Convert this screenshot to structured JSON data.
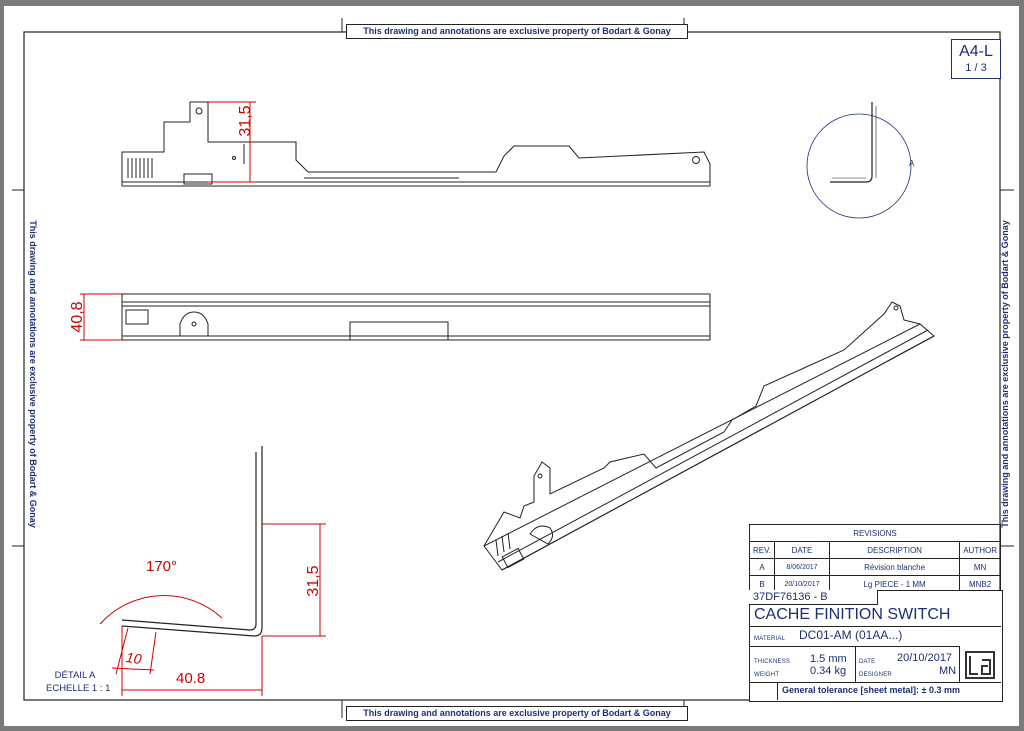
{
  "border_notice": "This drawing and annotations are exclusive property of Bodart & Gonay",
  "format": {
    "size": "A4-L",
    "page": "1 / 3"
  },
  "detail_callout": "A",
  "dimensions": {
    "top_height": "31,5",
    "side_height": "40,8",
    "detail_height": "31,5",
    "detail_angle": "170°",
    "detail_lip": "10",
    "detail_width": "40.8"
  },
  "detail_caption": {
    "name": "DÉTAIL A",
    "scale": "ECHELLE 1 : 1"
  },
  "title_block": {
    "revisions_title": "REVISIONS",
    "revision_headers": [
      "REV.",
      "DATE",
      "DESCRIPTION",
      "AUTHOR"
    ],
    "revisions": [
      {
        "rev": "A",
        "date": "8/06/2017",
        "description": "Révision blanche",
        "author": "MN"
      },
      {
        "rev": "B",
        "date": "20/10/2017",
        "description": "Lg PIECE - 1 MM",
        "author": "MNB2"
      }
    ],
    "part_number": "37DF76136 - B",
    "title": "CACHE FINITION SWITCH",
    "material_label": "MATERIAL",
    "material": "DC01-AM (01AA...)",
    "thickness_label": "THICKNESS",
    "thickness": "1.5 mm",
    "weight_label": "WEIGHT",
    "weight": "0.34 kg",
    "date_label": "DATE",
    "date": "20/10/2017",
    "designer_label": "DESIGNER",
    "designer": "MN",
    "tolerance": "General tolerance [sheet metal]: ± 0.3 mm"
  }
}
